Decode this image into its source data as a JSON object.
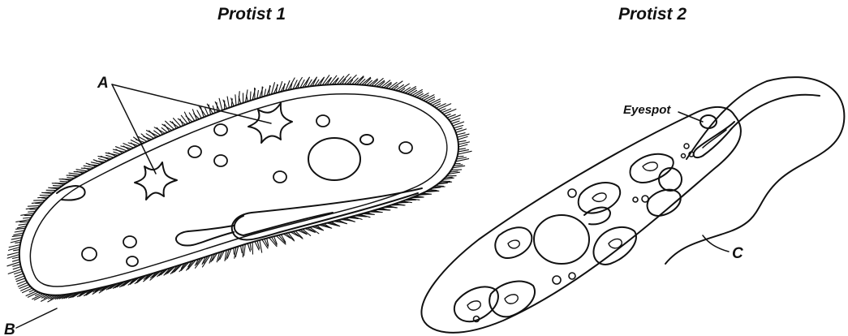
{
  "titles": {
    "protist1": "Protist 1",
    "protist2": "Protist 2"
  },
  "labels": {
    "a": "A",
    "b": "B",
    "c": "C",
    "eyespot": "Eyespot"
  },
  "colors": {
    "line": "#111111",
    "background": "#ffffff"
  }
}
